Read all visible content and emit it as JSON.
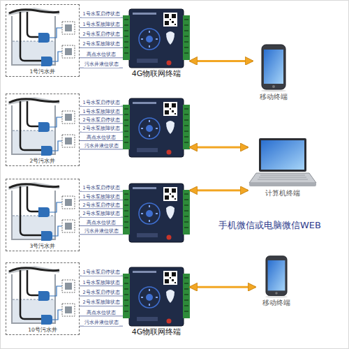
{
  "diagram": {
    "nodes": [
      {
        "text": [
          "1号污水井"
        ]
      },
      {
        "text": [
          "4G物联网终端"
        ]
      },
      {
        "text": [
          "移动终端"
        ]
      },
      {
        "text": [
          "2号污水井"
        ]
      },
      {
        "text": []
      },
      {
        "text": [
          "计算机终端"
        ]
      },
      {
        "text": [
          "3号污水井"
        ]
      },
      {
        "text": []
      },
      {
        "text": [
          "10号污水井"
        ]
      },
      {
        "text": [
          "4G物联网终端"
        ]
      },
      {
        "text": [
          "移动终端"
        ]
      }
    ],
    "edges": [
      {
        "from": 0,
        "to": 1,
        "label": "1号水泵启停状态",
        "arrow": "none"
      },
      {
        "from": 0,
        "to": 1,
        "label": "1号水泵故障状态",
        "arrow": "none"
      },
      {
        "from": 0,
        "to": 1,
        "label": "2号水泵启停状态",
        "arrow": "none"
      },
      {
        "from": 0,
        "to": 1,
        "label": "2号水泵故障状态",
        "arrow": "none"
      },
      {
        "from": 0,
        "to": 1,
        "label": "高点水位状态",
        "arrow": "none"
      },
      {
        "from": 0,
        "to": 1,
        "label": "污水井液位状态",
        "arrow": "none"
      },
      {
        "from": 3,
        "to": 4,
        "label": "1号水泵启停状态",
        "arrow": "none"
      },
      {
        "from": 3,
        "to": 4,
        "label": "1号水泵故障状态",
        "arrow": "none"
      },
      {
        "from": 3,
        "to": 4,
        "label": "2号水泵启停状态",
        "arrow": "none"
      },
      {
        "from": 3,
        "to": 4,
        "label": "2号水泵故障状态",
        "arrow": "none"
      },
      {
        "from": 3,
        "to": 4,
        "label": "高点水位状态",
        "arrow": "none"
      },
      {
        "from": 3,
        "to": 4,
        "label": "污水井液位状态",
        "arrow": "none"
      },
      {
        "from": 6,
        "to": 7,
        "label": "1号水泵启停状态",
        "arrow": "none"
      },
      {
        "from": 6,
        "to": 7,
        "label": "1号水泵故障状态",
        "arrow": "none"
      },
      {
        "from": 6,
        "to": 7,
        "label": "2号水泵启停状态",
        "arrow": "none"
      },
      {
        "from": 6,
        "to": 7,
        "label": "2号水泵故障状态",
        "arrow": "none"
      },
      {
        "from": 6,
        "to": 7,
        "label": "高点水位状态",
        "arrow": "none"
      },
      {
        "from": 6,
        "to": 7,
        "label": "污水井液位状态",
        "arrow": "none"
      },
      {
        "from": 8,
        "to": 9,
        "label": "1号水泵启停状态",
        "arrow": "none"
      },
      {
        "from": 8,
        "to": 9,
        "label": "1号水泵故障状态",
        "arrow": "none"
      },
      {
        "from": 8,
        "to": 9,
        "label": "2号水泵启停状态",
        "arrow": "none"
      },
      {
        "from": 8,
        "to": 9,
        "label": "2号水泵故障状态",
        "arrow": "none"
      },
      {
        "from": 8,
        "to": 9,
        "label": "高点水位状态",
        "arrow": "none"
      },
      {
        "from": 8,
        "to": 9,
        "label": "污水井液位状态",
        "arrow": "none"
      },
      {
        "from": 1,
        "to": 2,
        "arrow": "both"
      },
      {
        "from": 4,
        "to": 5,
        "arrow": "both"
      },
      {
        "from": 7,
        "to": 5,
        "arrow": "both"
      },
      {
        "from": 9,
        "to": 10,
        "arrow": "both"
      }
    ],
    "labels": [
      "手机微信或电脑微信WEB"
    ]
  }
}
